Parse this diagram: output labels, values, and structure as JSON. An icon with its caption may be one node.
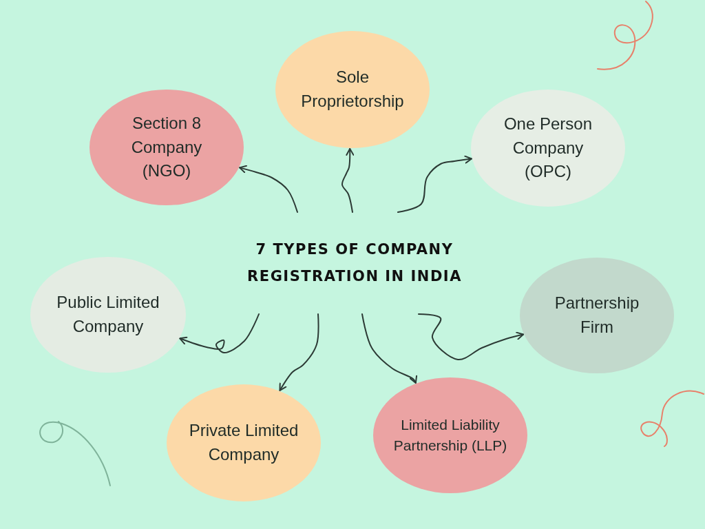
{
  "diagram": {
    "nodes": [
      {
        "text": [
          "7 TYPES OF COMPANY REGISTRATION IN INDIA"
        ]
      },
      {
        "text": [
          "Sole Proprietorship"
        ]
      },
      {
        "text": [
          "Section 8 Company (NGO)"
        ]
      },
      {
        "text": [
          "One Person Company (OPC)"
        ]
      },
      {
        "text": [
          "Public Limited Company"
        ]
      },
      {
        "text": [
          "Partnership Firm"
        ]
      },
      {
        "text": [
          "Private Limited Company"
        ]
      },
      {
        "text": [
          "Limited Liability Partnership (LLP)"
        ]
      }
    ],
    "edges": [
      {
        "from": 0,
        "to": 1,
        "arrow": "to"
      },
      {
        "from": 0,
        "to": 2,
        "arrow": "to"
      },
      {
        "from": 0,
        "to": 3,
        "arrow": "to"
      },
      {
        "from": 0,
        "to": 4,
        "arrow": "to"
      },
      {
        "from": 0,
        "to": 5,
        "arrow": "to"
      },
      {
        "from": 0,
        "to": 6,
        "arrow": "to"
      },
      {
        "from": 0,
        "to": 7,
        "arrow": "to"
      }
    ]
  }
}
